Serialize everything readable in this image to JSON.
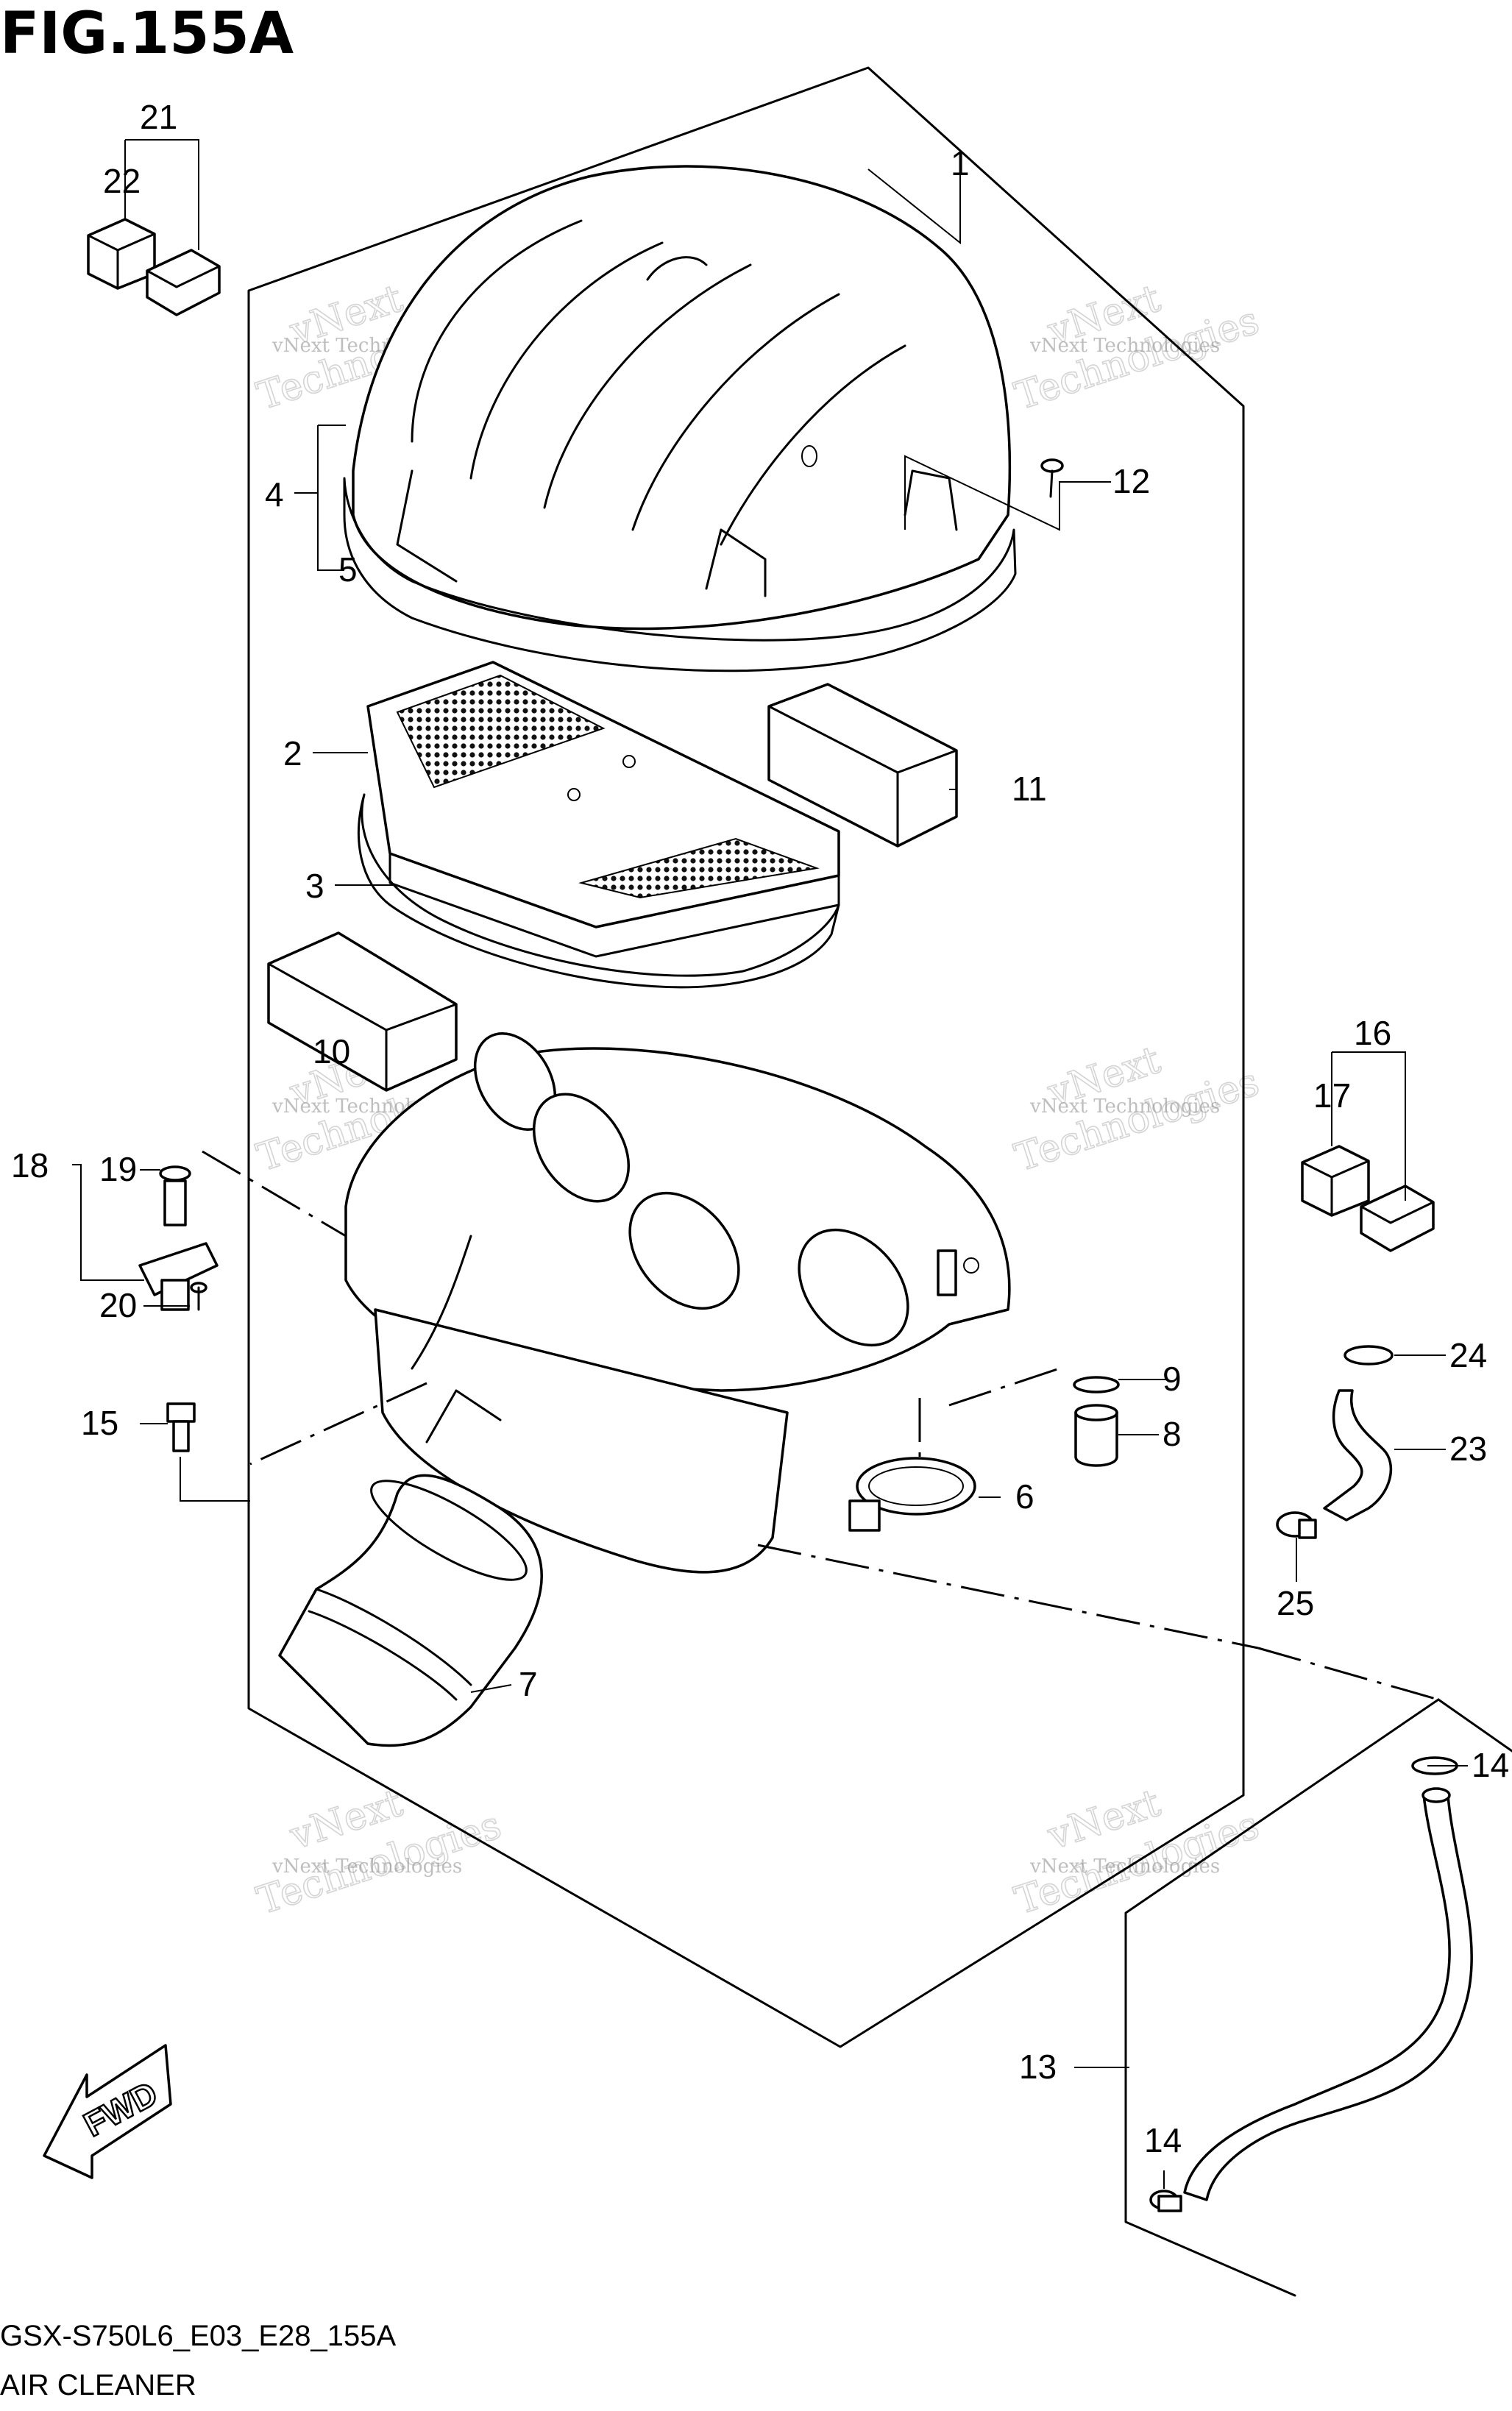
{
  "figure": {
    "title": "FIG.155A",
    "code": "GSX-S750L6_E03_E28_155A",
    "name": "AIR CLEANER",
    "fwd_label": "FWD"
  },
  "watermark": {
    "line1": "vNext Technologies",
    "line2": "vNext",
    "line3": "Technologies"
  },
  "callouts": [
    "1",
    "2",
    "3",
    "4",
    "5",
    "6",
    "7",
    "8",
    "9",
    "10",
    "11",
    "12",
    "13",
    "14",
    "14",
    "15",
    "16",
    "17",
    "18",
    "19",
    "20",
    "21",
    "22",
    "23",
    "24",
    "25"
  ]
}
